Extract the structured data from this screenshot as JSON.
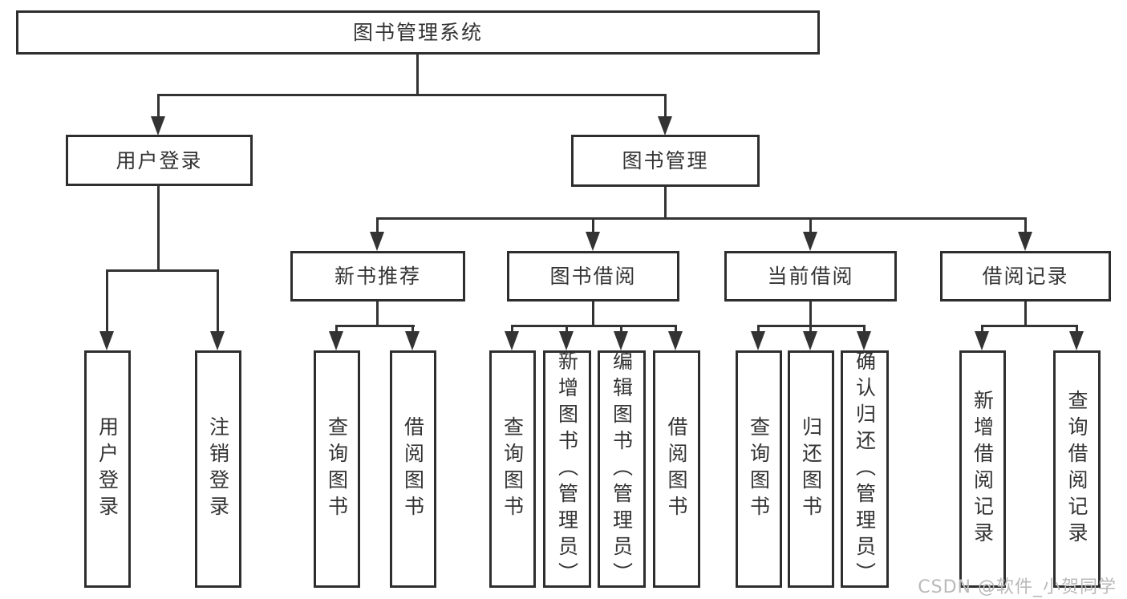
{
  "diagram": {
    "root": {
      "label": "图书管理系统"
    },
    "level2": [
      {
        "label": "用户登录"
      },
      {
        "label": "图书管理"
      }
    ],
    "level3": [
      {
        "label": "新书推荐"
      },
      {
        "label": "图书借阅"
      },
      {
        "label": "当前借阅"
      },
      {
        "label": "借阅记录"
      }
    ],
    "leaves": {
      "user_login": [
        "用户登录",
        "注销登录"
      ],
      "new_book_recommend": [
        "查询图书",
        "借阅图书"
      ],
      "book_borrow": [
        "查询图书",
        "新增图书（管理员）",
        "编辑图书（管理员）",
        "借阅图书"
      ],
      "current_borrow": [
        "查询图书",
        "归还图书",
        "确认归还（管理员）"
      ],
      "borrow_records": [
        "新增借阅记录",
        "查询借阅记录"
      ]
    }
  },
  "watermark": "CSDN @软件_小贺同学",
  "colors": {
    "line": "#333333",
    "border": "#2e2e2e",
    "text": "#333333",
    "watermark": "#b9b9b9",
    "background": "#ffffff"
  }
}
